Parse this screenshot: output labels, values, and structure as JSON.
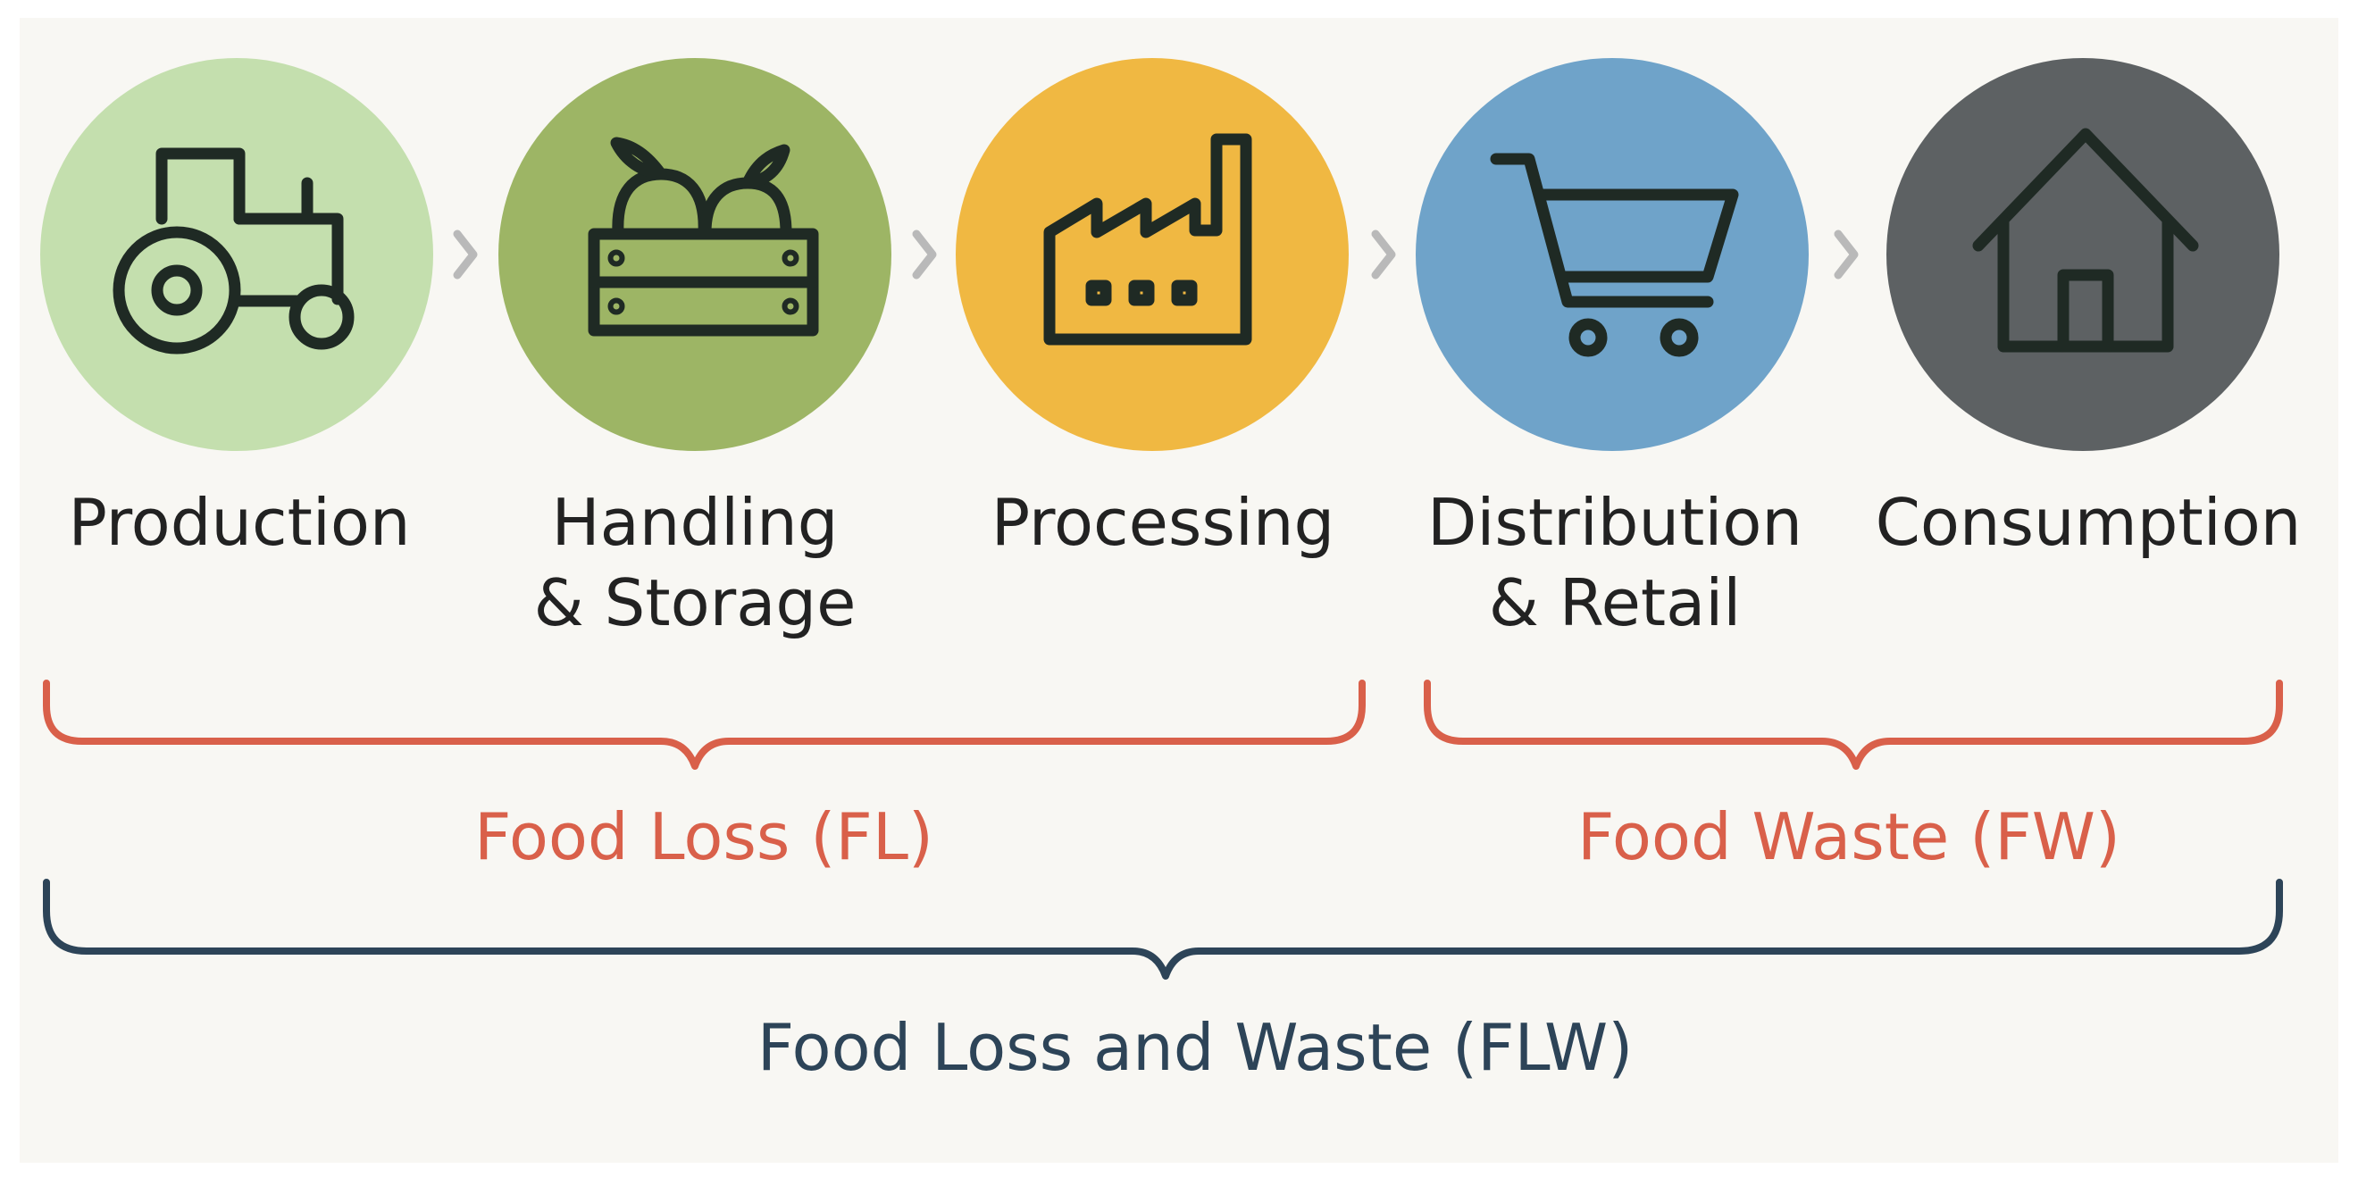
{
  "stages": [
    {
      "label_line1": "Production",
      "label_line2": "",
      "icon": "tractor-icon",
      "color": "#c4dfae"
    },
    {
      "label_line1": "Handling",
      "label_line2": "& Storage",
      "icon": "produce-crate-icon",
      "color": "#9db565"
    },
    {
      "label_line1": "Processing",
      "label_line2": "",
      "icon": "factory-icon",
      "color": "#f0b842"
    },
    {
      "label_line1": "Distribution",
      "label_line2": "& Retail",
      "icon": "shopping-cart-icon",
      "color": "#6fa3c9"
    },
    {
      "label_line1": "Consumption",
      "label_line2": "",
      "icon": "house-icon",
      "color": "#5d6163"
    }
  ],
  "groups": {
    "food_loss": {
      "label": "Food Loss (FL)",
      "color": "#d9604a"
    },
    "food_waste": {
      "label": "Food Waste (FW)",
      "color": "#d9604a"
    },
    "flw": {
      "label": "Food Loss and Waste (FLW)",
      "color": "#2d4458"
    }
  },
  "colors": {
    "icon_stroke": "#1f2a24",
    "arrow": "#b9b9b9",
    "background": "#f8f7f3"
  }
}
